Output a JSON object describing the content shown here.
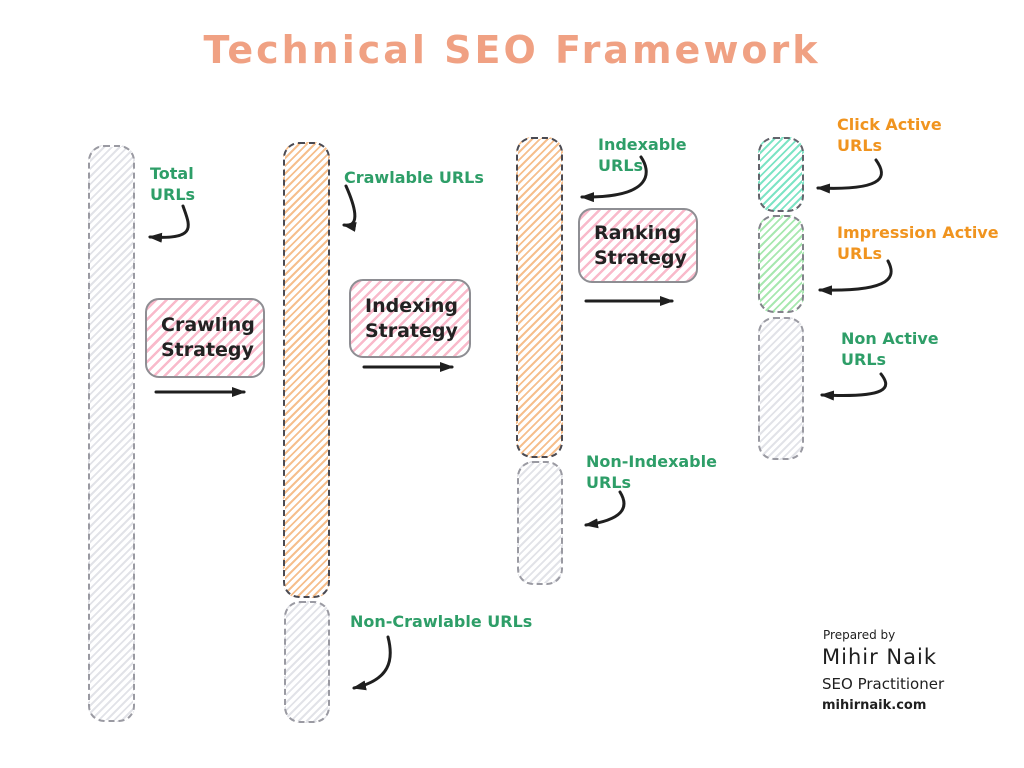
{
  "title": "Technical SEO Framework",
  "colors": {
    "title": "#f0a183",
    "green_label": "#2e9e68",
    "orange_label": "#f0941f",
    "ink": "#1f1f1f",
    "orange_hatch": "#f6bf8d",
    "teal_hatch": "#7de4c5",
    "green_hatch": "#a8e8b0",
    "gray_hatch": "#e2e3e8",
    "pink_hatch": "#f9bacb"
  },
  "bars": {
    "total": {
      "label": "Total\nURLs"
    },
    "crawlable": {
      "label": "Crawlable URLs"
    },
    "non_crawlable": {
      "label": "Non-Crawlable URLs"
    },
    "indexable": {
      "label": "Indexable\nURLs"
    },
    "non_indexable": {
      "label": "Non-Indexable\nURLs"
    },
    "click_active": {
      "label": "Click Active\nURLs"
    },
    "impression_active": {
      "label": "Impression Active\nURLs"
    },
    "non_active": {
      "label": "Non Active\nURLs"
    }
  },
  "strategies": {
    "crawling": "Crawling\nStrategy",
    "indexing": "Indexing\nStrategy",
    "ranking": "Ranking\nStrategy"
  },
  "signature": {
    "prepared_by": "Prepared by",
    "name": "Mihir Naik",
    "role": "SEO Practitioner",
    "website": "mihirnaik.com"
  }
}
